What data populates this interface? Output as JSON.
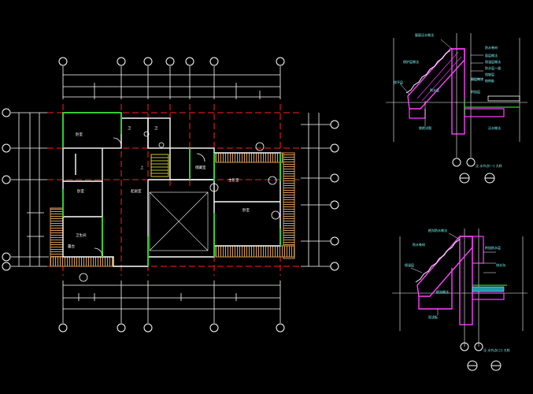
{
  "drawing": {
    "background": "#000000",
    "colors": {
      "axis": "#ff2020",
      "grid": "#ffffff",
      "wall": "#33cc33",
      "roof_tile": "#d89a5a",
      "concrete": "#ff40ff",
      "detail_text": "#7fffff",
      "waterproof": "#33cc33"
    }
  },
  "plan": {
    "rooms": [
      {
        "label": "卧室"
      },
      {
        "label": "卧室"
      },
      {
        "label": "卫生间"
      },
      {
        "label": "露台"
      },
      {
        "label": "起居室"
      },
      {
        "label": "储藏室"
      },
      {
        "label": "主卧室"
      },
      {
        "label": "卧室"
      },
      {
        "label": "卫"
      },
      {
        "label": "卫"
      },
      {
        "label": "上"
      }
    ]
  },
  "details": {
    "top": {
      "title": "屋面泛水做法",
      "notes": [
        "防水卷材",
        "面层做法",
        "保温层做法",
        "防水层一道",
        "找坡层",
        "结构板"
      ],
      "left_notes": [
        "保护层做法",
        "找平层",
        "防水层"
      ],
      "right_notes": [
        "面层做法",
        "附加层"
      ],
      "bottom_notes": [
        "挑檐详图",
        "泛水做法"
      ],
      "caption": "泛 水节点(一) 大样"
    },
    "bottom": {
      "title": "檐沟防水做法",
      "notes": [
        "防水卷材",
        "保温层",
        "附加防水层",
        "排水沟",
        "檐沟做法",
        "现浇板"
      ],
      "caption": "泛 水节点(二) 大样"
    }
  }
}
